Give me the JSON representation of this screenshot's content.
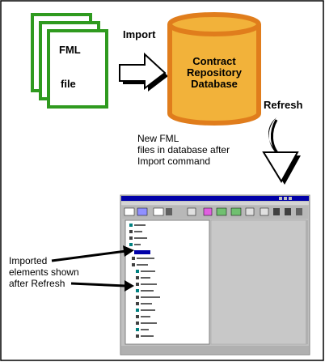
{
  "colors": {
    "file_stroke": "#2f9a1f",
    "db_fill": "#f2b23a",
    "db_stroke": "#e07d1c",
    "frame": "#000000",
    "window_title": "#0000a8",
    "window_bg": "#c0c0c0",
    "tree_selected": "#0000a8"
  },
  "labels": {
    "file_line1": "FML",
    "file_line2": "file",
    "import": "Import",
    "db_line1": "Contract",
    "db_line2": "Repository",
    "db_line3": "Database",
    "refresh": "Refresh",
    "note_line1": "New FML",
    "note_line2": "files in database after",
    "note_line3": "Import command",
    "callout_line1": "Imported",
    "callout_line2": "elements  shown",
    "callout_line3": "after Refresh"
  },
  "icons": {
    "import_arrow": "block-right-arrow-icon",
    "refresh_arrow": "curved-down-arrow-icon",
    "file_stack": "document-stack-icon",
    "database": "cylinder-database-icon"
  }
}
